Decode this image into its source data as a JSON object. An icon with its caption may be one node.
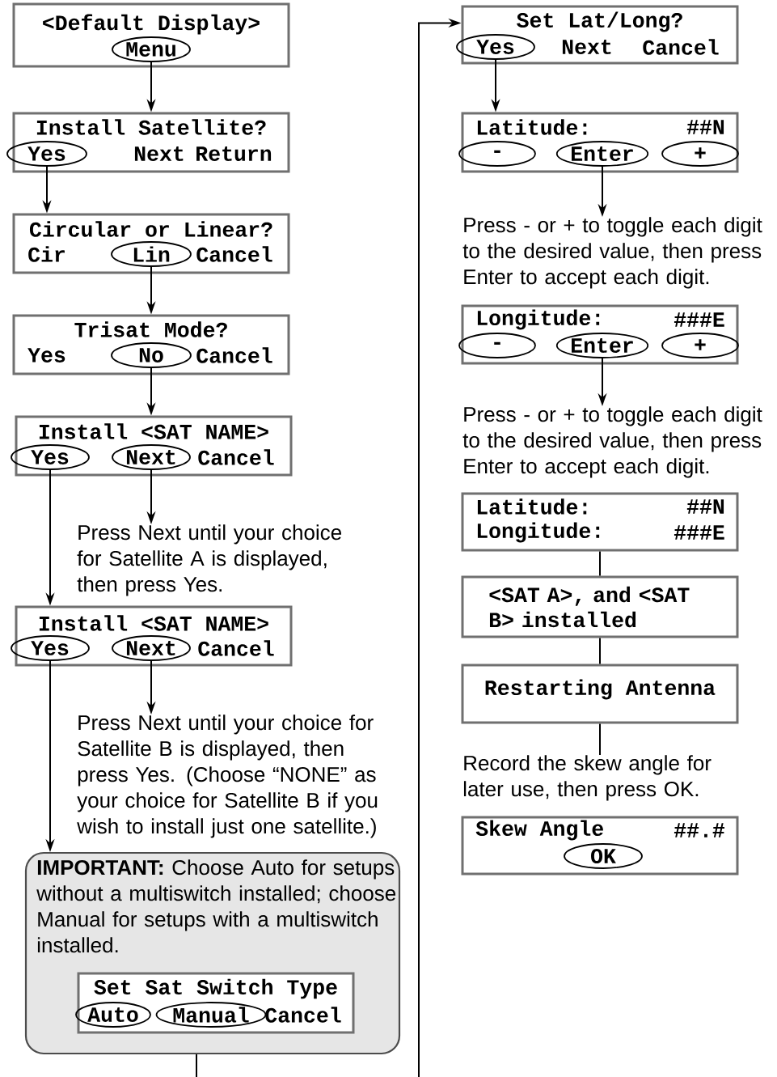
{
  "diagram": {
    "nodes": [
      {
        "text": [
          "<Default Display>"
        ]
      },
      {
        "text": [
          "Menu"
        ],
        "in": 0
      },
      {
        "text": [
          "Install Satellite?",
          "Next",
          "Return"
        ]
      },
      {
        "text": [
          "Yes"
        ],
        "in": 2
      },
      {
        "text": [
          "Circular or Linear?",
          "Cir",
          "Cancel"
        ]
      },
      {
        "text": [
          "Lin"
        ],
        "in": 4
      },
      {
        "text": [
          "Trisat Mode?",
          "Yes",
          "Cancel"
        ]
      },
      {
        "text": [
          "No"
        ],
        "in": 6
      },
      {
        "text": [
          "Install <SAT NAME>",
          "Cancel"
        ]
      },
      {
        "text": [
          "Yes"
        ],
        "in": 8
      },
      {
        "text": [
          "Next"
        ],
        "in": 8
      },
      {
        "text": [
          "Press Next until your choice for Satellite A is displayed, then press Yes."
        ]
      },
      {
        "text": [
          "Install <SAT NAME>",
          "Cancel"
        ]
      },
      {
        "text": [
          "Yes"
        ],
        "in": 12
      },
      {
        "text": [
          "Next"
        ],
        "in": 12
      },
      {
        "text": [
          "Press Next until your choice for Satellite B is displayed, then press Yes. (Choose “NONE” as your choice for Satellite B if you wish to install just one satellite.)"
        ]
      },
      {
        "text": [
          "**IMPORTANT:** Choose Auto for setups without a multiswitch installed; choose Manual for setups with a multiswitch installed."
        ]
      },
      {
        "text": [
          "Set Sat Switch Type",
          "Cancel"
        ],
        "in": 16
      },
      {
        "text": [
          "Auto"
        ],
        "in": 17
      },
      {
        "text": [
          "Manual"
        ],
        "in": 17
      },
      {
        "text": [
          "Set Lat/Long?",
          "Next",
          "Cancel"
        ]
      },
      {
        "text": [
          "Yes"
        ],
        "in": 20
      },
      {
        "text": [
          "Latitude:",
          "##N"
        ]
      },
      {
        "text": [
          "-"
        ],
        "in": 22
      },
      {
        "text": [
          "Enter"
        ],
        "in": 22
      },
      {
        "text": [
          "+"
        ],
        "in": 22
      },
      {
        "text": [
          "Press - or + to toggle each digit to the desired value, then press Enter to accept each digit."
        ]
      },
      {
        "text": [
          "Longitude:",
          "###E"
        ]
      },
      {
        "text": [
          "-"
        ],
        "in": 27
      },
      {
        "text": [
          "Enter"
        ],
        "in": 27
      },
      {
        "text": [
          "+"
        ],
        "in": 27
      },
      {
        "text": [
          "Press - or + to toggle each digit to the desired value, then press Enter to accept each digit."
        ]
      },
      {
        "text": [
          "Latitude:",
          "##N",
          "Longitude:",
          "###E"
        ]
      },
      {
        "text": [
          "<SAT A>, and <SAT B> installed"
        ]
      },
      {
        "text": [
          "Restarting Antenna"
        ]
      },
      {
        "text": [
          "Record the skew angle for later use, then press OK."
        ]
      },
      {
        "text": [
          "Skew Angle",
          "##.#"
        ]
      },
      {
        "text": [
          "OK"
        ],
        "in": 36
      }
    ],
    "edges": [
      {
        "from": 1,
        "to": 2,
        "arrow": "to"
      },
      {
        "from": 3,
        "to": 4,
        "arrow": "to"
      },
      {
        "from": 5,
        "to": 6,
        "arrow": "to"
      },
      {
        "from": 7,
        "to": 8,
        "arrow": "to"
      },
      {
        "from": 10,
        "to": 11,
        "arrow": "to"
      },
      {
        "from": 9,
        "to": 12,
        "arrow": "to"
      },
      {
        "from": 14,
        "to": 15,
        "arrow": "to"
      },
      {
        "from": 13,
        "to": 16,
        "arrow": "to"
      },
      {
        "from": 16,
        "to": null,
        "arrow": "none"
      },
      {
        "from": null,
        "to": 20,
        "arrow": "to"
      },
      {
        "from": 21,
        "to": 22,
        "arrow": "to"
      },
      {
        "from": 24,
        "to": 26,
        "arrow": "to"
      },
      {
        "from": 29,
        "to": 31,
        "arrow": "to"
      },
      {
        "from": 32,
        "to": 33,
        "arrow": "none"
      },
      {
        "from": 33,
        "to": 34,
        "arrow": "none"
      },
      {
        "from": 34,
        "to": 35,
        "arrow": "none"
      }
    ]
  }
}
